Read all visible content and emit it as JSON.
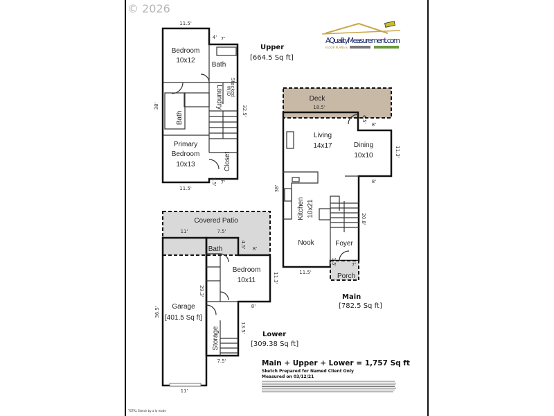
{
  "watermark": "© 2026",
  "logo": {
    "name": "AQualityMeasurement.com",
    "tagline": "FLOOR PLANS &"
  },
  "upper": {
    "title": "Upper",
    "area": "[664.5 Sq ft]",
    "rooms": {
      "bedroom": "Bedroom",
      "bedroom_size": "10x12",
      "bath1": "Bath",
      "laundry": "Laundry",
      "stacked": "Stacked",
      "wd": "W/D",
      "bath2": "Bath",
      "primary1": "Primary",
      "primary2": "Bedroom",
      "primary_size": "10x13",
      "closet": "Closet"
    },
    "dims": {
      "top": "11.5'",
      "step_a": "4'",
      "step_b": "7'",
      "left": "38'",
      "right": "32.5'",
      "bottom_a": "1.5'",
      "bottom_b": "7'",
      "bottom": "11.5'"
    }
  },
  "main": {
    "title": "Main",
    "area": "[782.5 Sq ft]",
    "rooms": {
      "deck": "Deck",
      "living": "Living",
      "living_size": "14x17",
      "dining": "Dining",
      "dining_size": "10x10",
      "kitchen": "Kitchen",
      "kitchen_size": "10x21",
      "nook": "Nook",
      "foyer": "Foyer",
      "porch": "Porch"
    },
    "dims": {
      "deck": "18.5'",
      "deck_a": "4.5'",
      "deck_b": "8'",
      "right": "11.3'",
      "step": "8'",
      "left": "38'",
      "stairs": "20.8'",
      "porch_a": "1.5'",
      "porch_b": "7'",
      "bottom": "11.5'"
    }
  },
  "lower": {
    "title": "Lower",
    "area": "[309.38 Sq ft]",
    "rooms": {
      "patio": "Covered Patio",
      "bath": "Bath",
      "bedroom": "Bedroom",
      "bedroom_size": "10x11",
      "garage": "Garage",
      "garage_area": "[401.5 Sq ft]",
      "storage": "Storage"
    },
    "dims": {
      "patio_a": "11'",
      "patio_b": "7.5'",
      "bath_a": "4.5'",
      "bath_b": "8'",
      "bed_right": "11.3'",
      "bed_bottom": "8'",
      "garage_left": "36.5'",
      "garage_inner": "29.3'",
      "stairs": "13.5'",
      "bottom_a": "7.5'",
      "garage_bottom": "11'"
    }
  },
  "summary": {
    "total": "Main + Upper + Lower = 1,757 Sq ft",
    "prepared": "Sketch Prepared for Named Client Only",
    "measured": "Measured on 03/12/21"
  },
  "footer": "TOTAL Sketch by a la mode",
  "colors": {
    "upper_main": "#f7f4b4",
    "lower": "#f9d5c4",
    "garage": "#b6ee9e",
    "deck": "#c8b8a6",
    "patio": "#d9d9d9"
  }
}
